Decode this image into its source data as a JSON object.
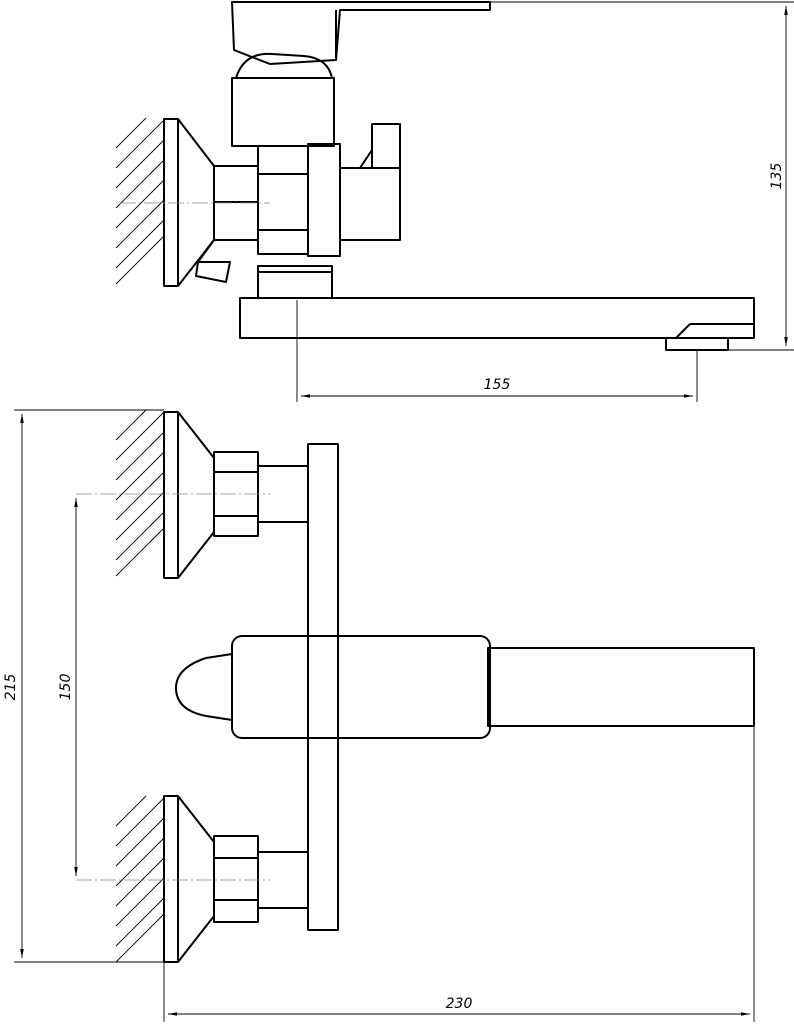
{
  "dimensions": {
    "height_total": "135",
    "spout_reach": "155",
    "overall_height": "215",
    "inlet_spacing": "150",
    "overall_width": "230"
  }
}
